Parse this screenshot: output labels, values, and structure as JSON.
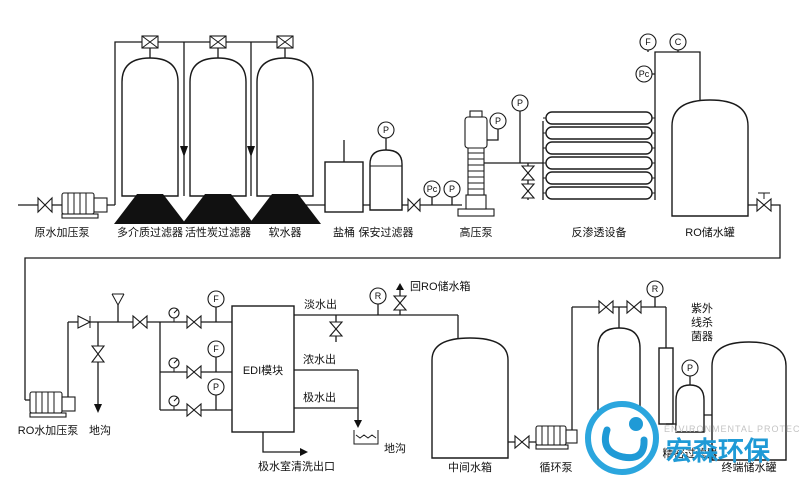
{
  "labels": {
    "raw_pump": "原水加压泵",
    "multimedia": "多介质过滤器",
    "carbon": "活性炭过滤器",
    "softener": "软水器",
    "salt": "盐桶",
    "security": "保安过滤器",
    "hp_pump": "高压泵",
    "ro_unit": "反渗透设备",
    "ro_tank": "RO储水罐",
    "ro_pump": "RO水加压泵",
    "drain_a": "地沟",
    "drain_b": "地沟",
    "edi": "EDI模块",
    "fresh": "淡水出",
    "conc": "浓水出",
    "polar": "极水出",
    "clean": "极水室清洗出口",
    "return_ro": "回RO储水箱",
    "mid_tank": "中间水箱",
    "circ_pump": "循环泵",
    "uv_1": "紫外",
    "uv_2": "线杀",
    "uv_3": "菌器",
    "precision": "精密过滤器",
    "terminal": "终端储水罐"
  },
  "instruments": {
    "p": "P",
    "pc": "Pc",
    "f": "F",
    "c": "C",
    "r": "R"
  },
  "watermark": {
    "brand": "宏森环保",
    "sub": "ENVIRONMENTAL PROTECTION"
  }
}
